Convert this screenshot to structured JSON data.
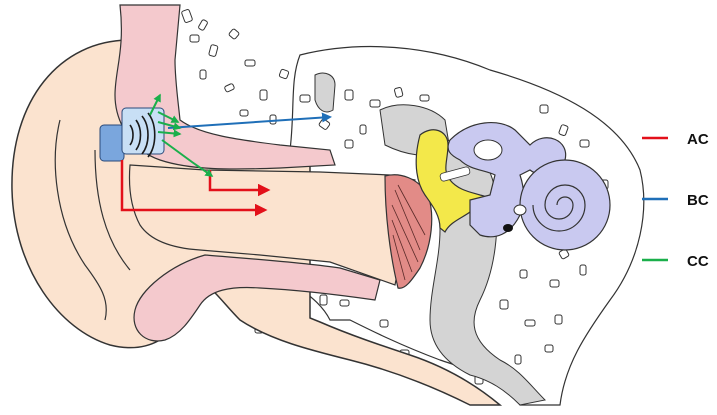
{
  "legend": {
    "items": [
      {
        "key": "ac",
        "label": "AC",
        "color": "#e3101a"
      },
      {
        "key": "bc",
        "label": "BC",
        "color": "#1f6fb8"
      },
      {
        "key": "cc",
        "label": "CC",
        "color": "#1aaf4b"
      }
    ]
  },
  "colors": {
    "outer_ear": "#fbe3cf",
    "canal_tissue": "#f4c9cd",
    "bone": "#d4d4d4",
    "ossicles": "#f3e84a",
    "inner_ear": "#c9c9f0",
    "eardrum": "#e28b87",
    "device": "#7aa6dd",
    "outline": "#333333"
  },
  "icons": {
    "device": "bone-conduction-transducer-icon",
    "sound_waves": "sound-waves-icon"
  }
}
